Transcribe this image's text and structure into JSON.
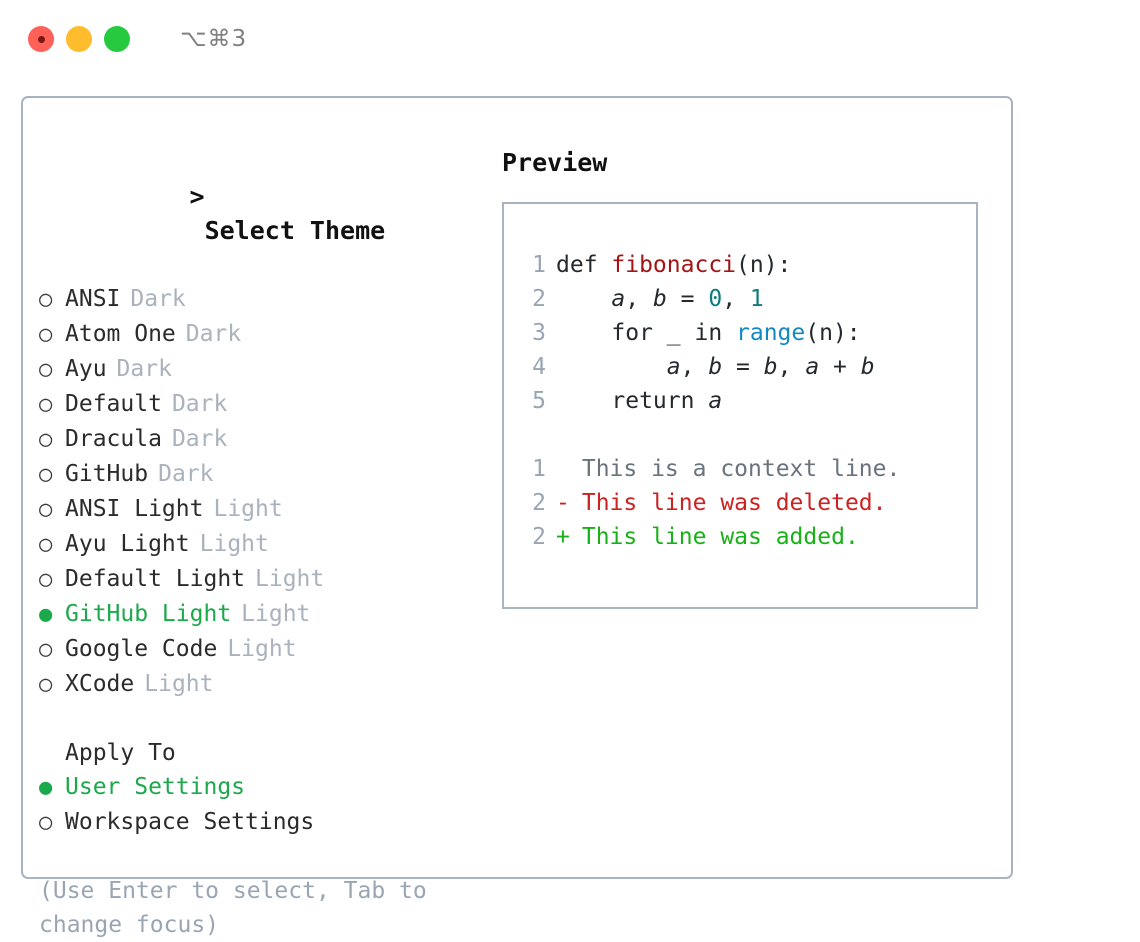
{
  "titlebar": {
    "shortcut": "⌥⌘3",
    "buttons": [
      {
        "name": "close",
        "color": "#FF6057"
      },
      {
        "name": "minimize",
        "color": "#FFBD2E"
      },
      {
        "name": "maximize",
        "color": "#27C93F"
      }
    ]
  },
  "theme_panel": {
    "header_prompt": ">",
    "header": "Select Theme",
    "bullet_unselected": "○",
    "bullet_selected": "●",
    "items": [
      {
        "label": "ANSI",
        "tag": "Dark",
        "selected": false
      },
      {
        "label": "Atom One",
        "tag": "Dark",
        "selected": false
      },
      {
        "label": "Ayu",
        "tag": "Dark",
        "selected": false
      },
      {
        "label": "Default",
        "tag": "Dark",
        "selected": false
      },
      {
        "label": "Dracula",
        "tag": "Dark",
        "selected": false
      },
      {
        "label": "GitHub",
        "tag": "Dark",
        "selected": false
      },
      {
        "label": "ANSI Light",
        "tag": "Light",
        "selected": false
      },
      {
        "label": "Ayu Light",
        "tag": "Light",
        "selected": false
      },
      {
        "label": "Default Light",
        "tag": "Light",
        "selected": false
      },
      {
        "label": "GitHub Light",
        "tag": "Light",
        "selected": true
      },
      {
        "label": "Google Code",
        "tag": "Light",
        "selected": false
      },
      {
        "label": "XCode",
        "tag": "Light",
        "selected": false
      }
    ]
  },
  "apply_to": {
    "header": "Apply To",
    "items": [
      {
        "label": "User Settings",
        "selected": true
      },
      {
        "label": "Workspace Settings",
        "selected": false
      }
    ]
  },
  "hint": "(Use Enter to select, Tab to change focus)",
  "preview": {
    "title": "Preview",
    "code_lines": [
      {
        "num": "1",
        "indent": "",
        "tokens": [
          {
            "text": "def ",
            "type": "plain"
          },
          {
            "text": "fibonacci",
            "type": "fn"
          },
          {
            "text": "(n):",
            "type": "plain"
          }
        ]
      },
      {
        "num": "2",
        "indent": "    ",
        "tokens": [
          {
            "text": "a",
            "type": "var"
          },
          {
            "text": ", ",
            "type": "plain"
          },
          {
            "text": "b",
            "type": "var"
          },
          {
            "text": " = ",
            "type": "plain"
          },
          {
            "text": "0",
            "type": "num"
          },
          {
            "text": ", ",
            "type": "plain"
          },
          {
            "text": "1",
            "type": "num"
          }
        ]
      },
      {
        "num": "3",
        "indent": "    ",
        "tokens": [
          {
            "text": "for _ in ",
            "type": "plain"
          },
          {
            "text": "range",
            "type": "call"
          },
          {
            "text": "(n):",
            "type": "plain"
          }
        ]
      },
      {
        "num": "4",
        "indent": "        ",
        "tokens": [
          {
            "text": "a",
            "type": "var"
          },
          {
            "text": ", ",
            "type": "plain"
          },
          {
            "text": "b",
            "type": "var"
          },
          {
            "text": " = ",
            "type": "plain"
          },
          {
            "text": "b",
            "type": "var"
          },
          {
            "text": ", ",
            "type": "plain"
          },
          {
            "text": "a",
            "type": "var"
          },
          {
            "text": " + ",
            "type": "plain"
          },
          {
            "text": "b",
            "type": "var"
          }
        ]
      },
      {
        "num": "5",
        "indent": "   ",
        "tokens": [
          {
            "text": " return ",
            "type": "plain"
          },
          {
            "text": "a",
            "type": "var"
          }
        ]
      }
    ],
    "diff_lines": [
      {
        "num": "1",
        "mark": " ",
        "text": "This is a context line.",
        "kind": "ctx"
      },
      {
        "num": "2",
        "mark": "-",
        "text": "This line was deleted.",
        "kind": "del"
      },
      {
        "num": "2",
        "mark": "+",
        "text": "This line was added.",
        "kind": "add"
      }
    ]
  },
  "colors": {
    "accent_green": "#1BA94C",
    "border": "#aab3c0",
    "muted": "#9aa5b4",
    "tag": "#aab2bd",
    "fn": "#A31515",
    "num": "#0F7B7B",
    "call": "#1289C4",
    "diff_del": "#CC2222",
    "diff_add": "#18B218",
    "diff_ctx": "#6a737d"
  }
}
